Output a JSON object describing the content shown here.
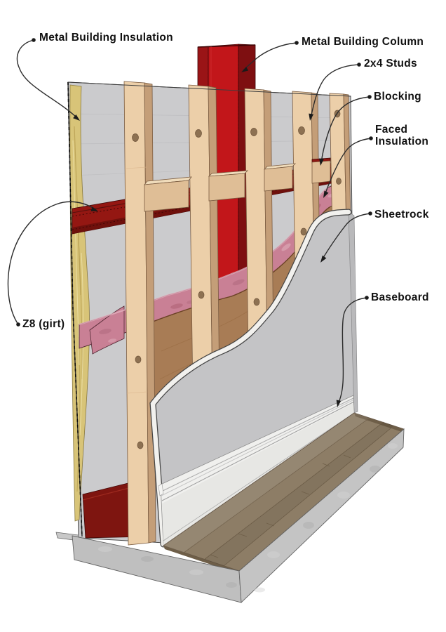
{
  "diagram": {
    "type": "metal-building-wall-insulation-detail",
    "labels": {
      "metal_building_insulation": "Metal Building Insulation",
      "metal_building_column": "Metal Building Column",
      "studs": "2x4 Studs",
      "blocking": "Blocking",
      "faced_insulation": "Faced Insulation",
      "sheetrock": "Sheetrock",
      "baseboard": "Baseboard",
      "z8_girt": "Z8 (girt)"
    },
    "colors": {
      "column_red": "#C2161A",
      "column_flange_dark": "#8C1113",
      "girt_dark_red": "#941712",
      "base_channel_red": "#7E1510",
      "stud_wood": "#ECCFA9",
      "stud_wood_side": "#C49E78",
      "blocking_wood": "#DFBE96",
      "insulation_yellow": "#D8C478",
      "insulation_pink": "#C98095",
      "kraft_paper": "#A87C55",
      "exterior_panel_gray": "#CBCBCD",
      "sheetrock_gray": "#C4C4C6",
      "sheetrock_edge_white": "#F2F1EE",
      "baseboard_white": "#F0F0EE",
      "floor_wood": "#8D7D66",
      "slab_concrete": "#BFBFBF",
      "label_text": "#111111",
      "leader_line": "#2B2B2B"
    }
  }
}
